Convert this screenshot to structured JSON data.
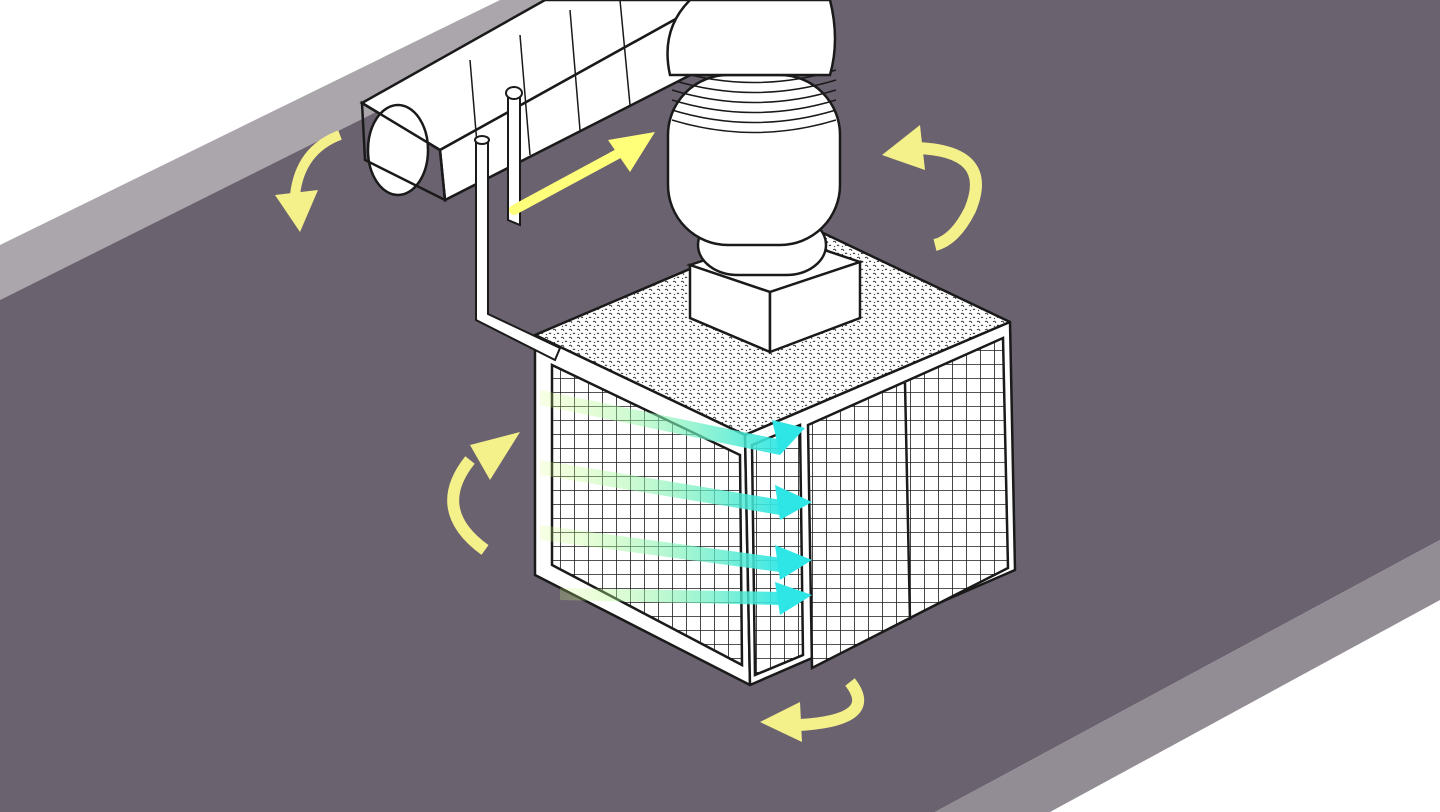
{
  "diagram": {
    "subject": "evaporative-cooler-airflow",
    "text_labels": []
  },
  "colors": {
    "background_white": "#ffffff",
    "roof_band_light": "#a9a5ab",
    "roof_surface": "#6b6270",
    "roof_edge_lower": "#918b93",
    "outline": "#1a1a1a",
    "part_fill": "#ffffff",
    "media_fill": "#dcdcdc",
    "air_intake_arrow": "#f4f08a",
    "airflow_arrow_stroke": "#ffff7a",
    "cool_air_arrow": "#2ee6e6"
  },
  "components": [
    {
      "id": "supply-duct",
      "label": ""
    },
    {
      "id": "elbow-duct",
      "label": ""
    },
    {
      "id": "water-pipes",
      "label": ""
    },
    {
      "id": "cooler-cabinet",
      "label": ""
    },
    {
      "id": "cooling-pad-left",
      "label": ""
    },
    {
      "id": "cooling-pad-right",
      "label": ""
    },
    {
      "id": "fan-housing",
      "label": ""
    }
  ],
  "arrows": [
    {
      "id": "intake-arrow-upper-left",
      "kind": "curved",
      "meaning": "outside-air-in"
    },
    {
      "id": "intake-arrow-upper-right",
      "kind": "curved",
      "meaning": "outside-air-in"
    },
    {
      "id": "intake-arrow-left",
      "kind": "curved",
      "meaning": "outside-air-in"
    },
    {
      "id": "intake-arrow-bottom",
      "kind": "curved",
      "meaning": "outside-air-in"
    },
    {
      "id": "pipe-flow-arrow",
      "kind": "straight",
      "meaning": "water-flow"
    },
    {
      "id": "cool-air-arrows",
      "kind": "straight",
      "count": 4,
      "meaning": "cooled-air-through-pads"
    }
  ]
}
